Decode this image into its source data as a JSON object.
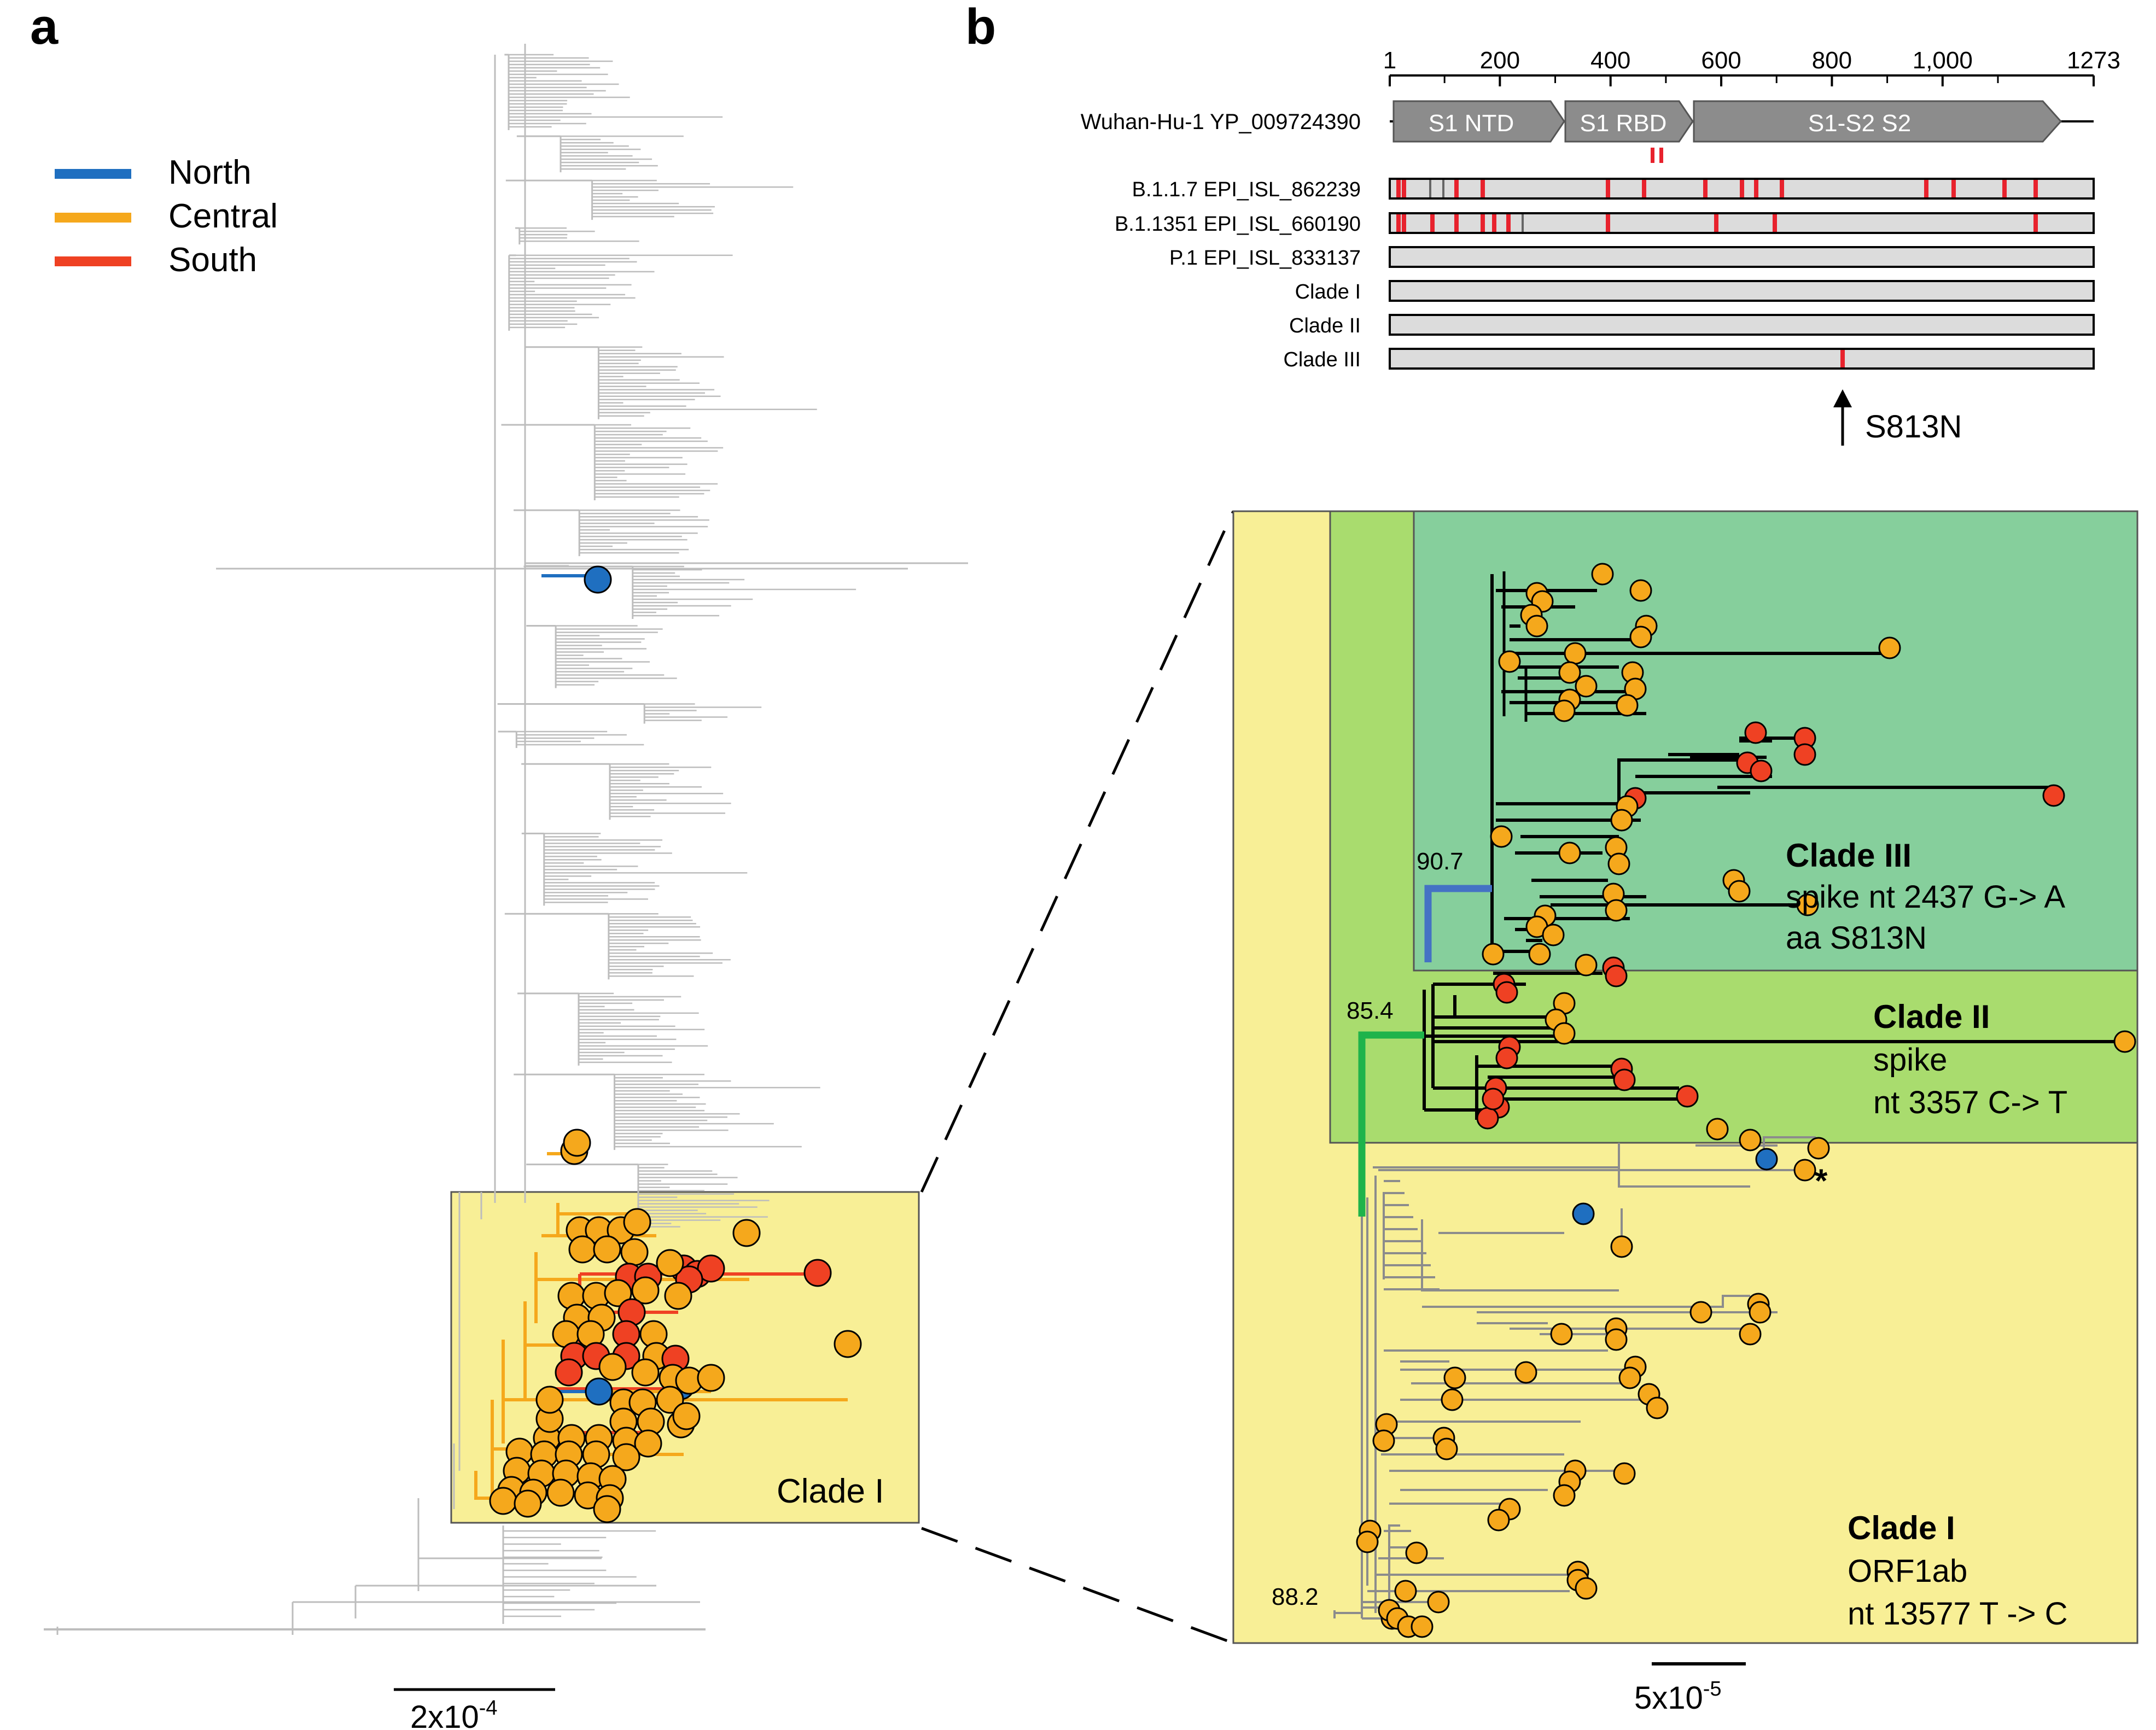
{
  "panels": {
    "a_label": "a",
    "b_label": "b"
  },
  "legend": {
    "items": [
      {
        "label": "North",
        "color": "#1f6fc0"
      },
      {
        "label": "Central",
        "color": "#f5a81c"
      },
      {
        "label": "South",
        "color": "#ef4123"
      }
    ]
  },
  "colors": {
    "north": "#1f6fc0",
    "central": "#f5a81c",
    "south": "#ef4123",
    "branch_grey": "#bdbdbd",
    "clade_I_bg": "#f8ef96",
    "clade_II_bg": "#a9dc6e",
    "clade_III_bg": "#86cf9c",
    "mutation_red": "#e8222d",
    "domain_grey": "#8c8c8c",
    "node_green": "#1fb34b",
    "node_blue": "#4472c4"
  },
  "panel_a": {
    "clade_box_label": "Clade I",
    "scale_bar": {
      "text": "2x10",
      "exponent": "-4"
    }
  },
  "panel_b": {
    "protein_axis": {
      "ticks": [
        "1",
        "200",
        "400",
        "600",
        "800",
        "1,000",
        "1273"
      ]
    },
    "reference_label": "Wuhan-Hu-1 YP_009724390",
    "domains": [
      "S1 NTD",
      "S1 RBD",
      "S1-S2 S2"
    ],
    "sequences": [
      "B.1.1.7 EPI_ISL_862239",
      "B.1.1351 EPI_ISL_660190",
      "P.1 EPI_ISL_833137",
      "Clade I",
      "Clade II",
      "Clade III"
    ],
    "mutation_arrow_label": "S813N",
    "clade_III": {
      "title": "Clade III",
      "line1": "spike nt 2437  G-> A",
      "line2": "aa S813N"
    },
    "clade_II": {
      "title": "Clade II",
      "line1": "spike",
      "line2": "nt 3357 C-> T"
    },
    "clade_I": {
      "title": "Clade I",
      "line1": "ORF1ab",
      "line2": "nt 13577 T -> C"
    },
    "node_supports": {
      "clade_III": "90.7",
      "clade_II": "85.4",
      "clade_I": "88.2"
    },
    "asterisk": "*",
    "scale_bar": {
      "text": "5x10",
      "exponent": "-5"
    }
  }
}
